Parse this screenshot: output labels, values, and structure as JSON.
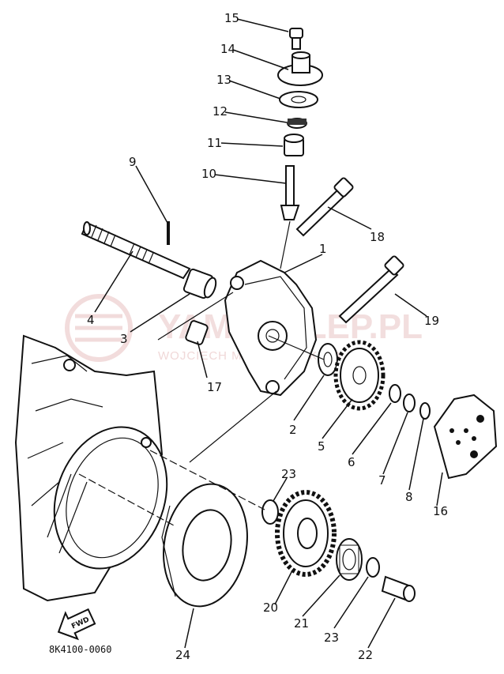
{
  "diagram": {
    "code": "8K4100-0060",
    "fwd_label": "FWD",
    "watermark": {
      "main": "YAMASKLEP.PL",
      "sub": "WOJCIECH MACIEJEWSKI YAMAHA"
    },
    "callouts": [
      "1",
      "2",
      "3",
      "4",
      "5",
      "6",
      "7",
      "8",
      "9",
      "10",
      "11",
      "12",
      "13",
      "14",
      "15",
      "16",
      "17",
      "18",
      "19",
      "20",
      "21",
      "22",
      "23",
      "23",
      "24"
    ]
  },
  "colors": {
    "ink": "#111111",
    "watermark": "#e9c4c4"
  }
}
